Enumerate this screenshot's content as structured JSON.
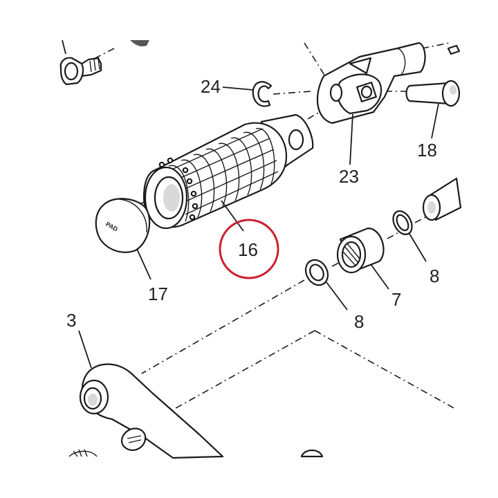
{
  "labels": {
    "p24": "24",
    "p18": "18",
    "p23": "23",
    "p16": "16",
    "p17": "17",
    "p8a": "8",
    "p8b": "8",
    "p7": "7",
    "p3": "3"
  },
  "cap_logo_text": "PAD",
  "highlight_color": "#cc1f2e"
}
